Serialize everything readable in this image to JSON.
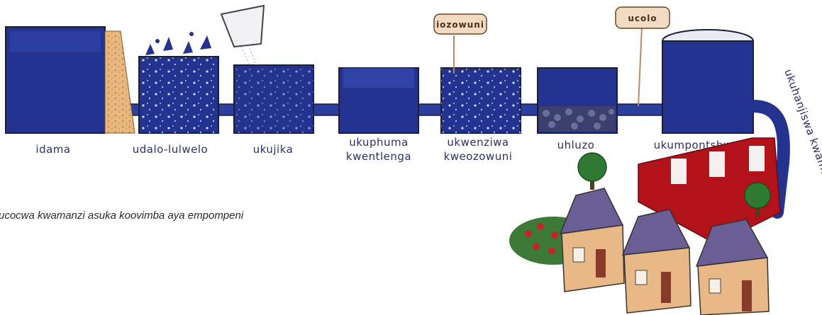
{
  "stages": [
    {
      "label": "idama"
    },
    {
      "label": "udalo-lulwelo"
    },
    {
      "label": "ukujika"
    },
    {
      "label": "ukuphuma",
      "label2": "kwentlenga"
    },
    {
      "label": "ukwenziwa",
      "label2": "kweozowuni"
    },
    {
      "label": "uhluzo"
    },
    {
      "label": "ukumpontshwa"
    }
  ],
  "tags": {
    "ozone": "iozowuni",
    "chlorine": "ucolo"
  },
  "distribution_label": "ukuhanjiswa kwamanzi",
  "caption": "ucocwa kwamanzi asuka koovimba aya empompeni",
  "colors": {
    "water": "#24338f",
    "water_light": "#3a4fb5",
    "tank_outline": "#1b1e3a",
    "wall": "#b2121a",
    "house_wall": "#e8b886",
    "roof": "#6b5e95"
  }
}
